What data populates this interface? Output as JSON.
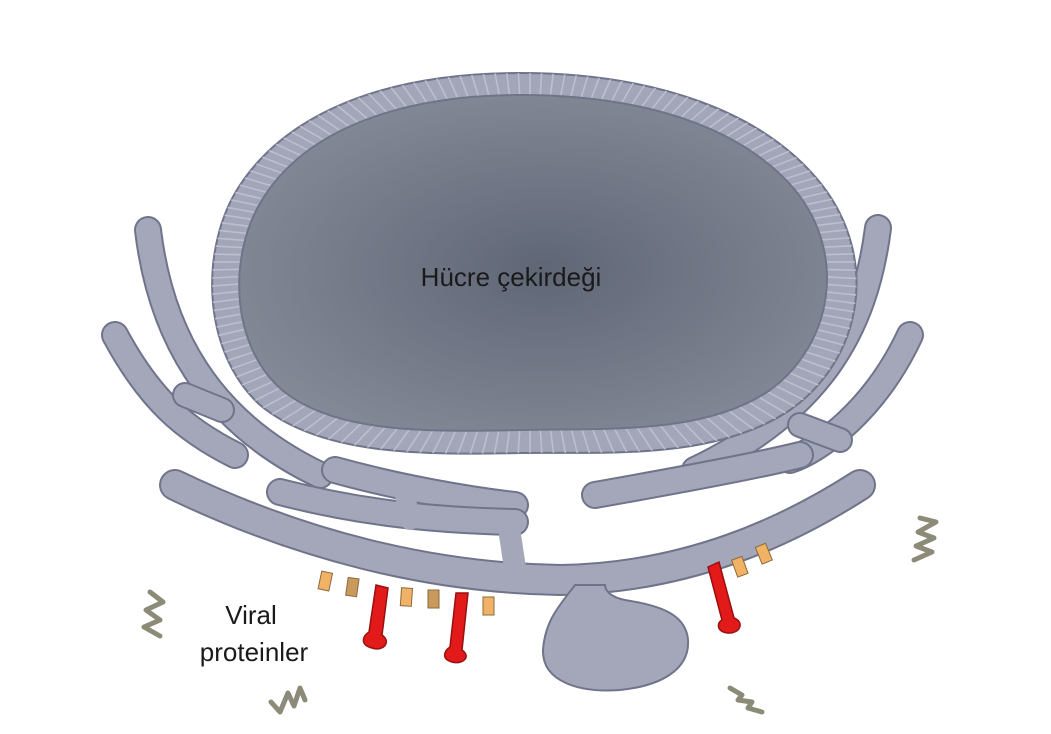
{
  "diagram": {
    "nucleus_label": "Hücre çekirdeği",
    "viral_label_line1": "Viral",
    "viral_label_line2": "proteinler"
  },
  "colors": {
    "background": "#ffffff",
    "nucleus_fill_center": "#5f6676",
    "nucleus_fill_edge": "#868b98",
    "envelope": "#a2a6b8",
    "er_membrane": "#a3a7b9",
    "outline": "#6f7385",
    "ribosome_orange": "#f2b266",
    "ribosome_brown": "#c99a5c",
    "viral_red": "#e21a1a",
    "squiggle": "#8c8b78"
  }
}
